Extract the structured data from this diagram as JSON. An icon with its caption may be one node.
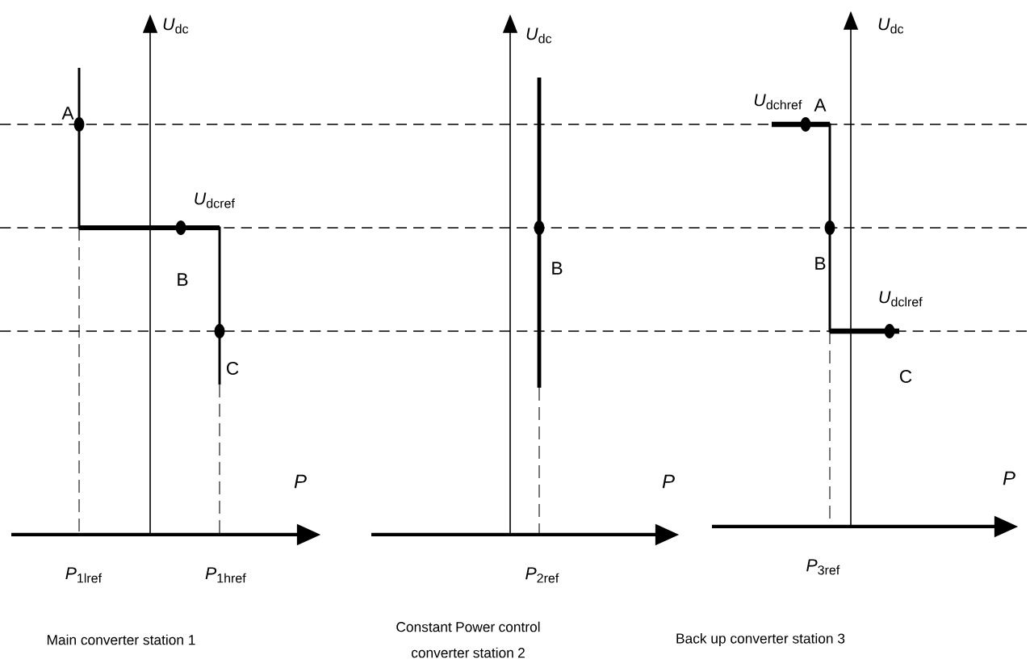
{
  "diagram": {
    "labels": [
      "*U*$_{dc}$",
      "A",
      "*U*$_{dcref}$",
      "B",
      "C",
      "P",
      "*P*$_{1lref}$",
      "*P*$_{1href}$",
      "Main converter station 1",
      "*U*$_{dc}$",
      "B",
      "P",
      "*P*$_{2ref}$",
      "Constant Power control converter station 2",
      "*U*$_{dc}$",
      "*U*$_{dchref}$",
      "A",
      "B",
      "*U*$_{dclref}$",
      "C",
      "P",
      "*P*$_{3ref}$",
      "Back up converter station 3"
    ]
  }
}
